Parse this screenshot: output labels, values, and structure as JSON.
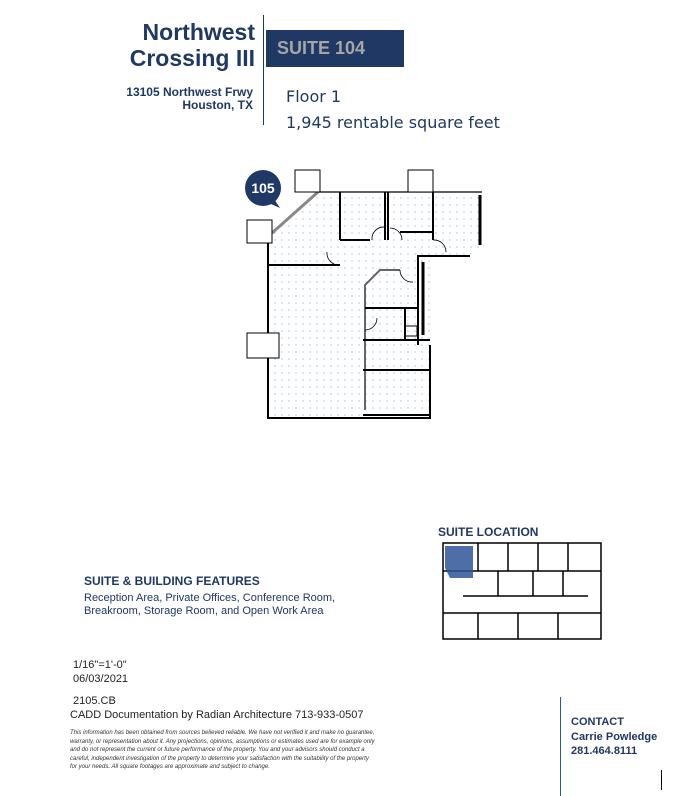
{
  "building": {
    "name_line1": "Northwest",
    "name_line2": "Crossing III",
    "address_line1": "13105 Northwest Frwy",
    "address_line2": "Houston, TX"
  },
  "suite": {
    "label": "SUITE 104",
    "floor": "Floor 1",
    "area": "1,945 rentable square feet",
    "neighbor_badge": "105"
  },
  "features": {
    "heading": "SUITE & BUILDING FEATURES",
    "line1": "Reception Area, Private Offices, Conference Room,",
    "line2": "Breakroom, Storage Room, and Open Work Area"
  },
  "location": {
    "heading": "SUITE LOCATION"
  },
  "drawing": {
    "scale": "1/16\"=1'-0\"",
    "date": "06/03/2021",
    "file": "2105.CB",
    "credit": "CADD Documentation by Radian Architecture 713-933-0507"
  },
  "disclaimer": "This information has been obtained from sources believed reliable. We have not verified it and make no guarantee, warranty, or representation about it. Any projections, opinions, assumptions or estimates used are for example only and do not represent the current or future performance of the property. You and your advisors should conduct a careful, independent investigation of the property to determine your satisfaction with the suitability of the property for your needs. All square footages are approximate and subject to change.",
  "contact": {
    "heading": "CONTACT",
    "name": "Carrie Powledge",
    "phone": "281.464.8111"
  },
  "colors": {
    "navy": "#1f3864",
    "suite_gray": "#a6a6a6",
    "highlight": "#2e5597"
  }
}
